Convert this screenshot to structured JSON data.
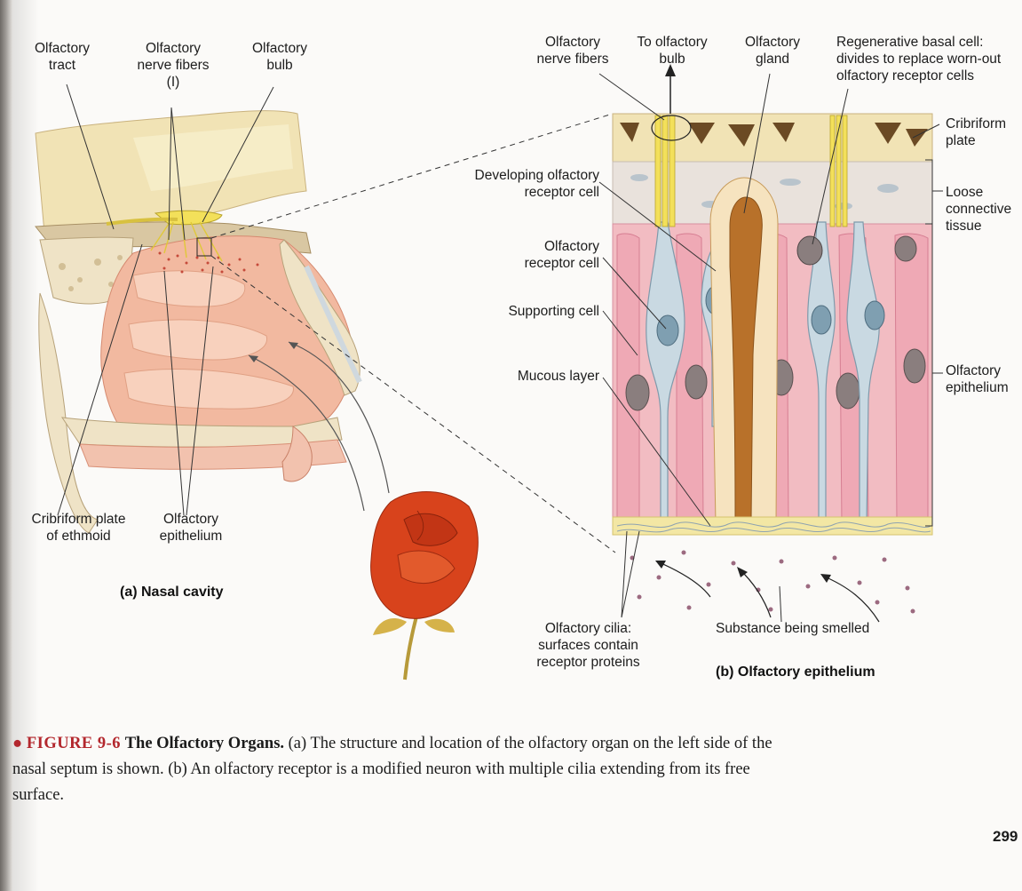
{
  "labels": {
    "a_olfactory_tract": "Olfactory\ntract",
    "a_olfactory_nerve_fibers": "Olfactory\nnerve fibers\n(I)",
    "a_olfactory_bulb": "Olfactory\nbulb",
    "a_cribriform_plate": "Cribriform plate\nof ethmoid",
    "a_olfactory_epithelium": "Olfactory\nepithelium",
    "b_olfactory_nerve_fibers": "Olfactory\nnerve fibers",
    "b_to_olfactory_bulb": "To olfactory\nbulb",
    "b_olfactory_gland": "Olfactory\ngland",
    "b_regenerative_basal_cell": "Regenerative basal cell:\ndivides to replace worn-out\nolfactory receptor cells",
    "b_cribriform_plate": "Cribriform\nplate",
    "b_loose_connective_tissue": "Loose\nconnective\ntissue",
    "b_developing_receptor_cell": "Developing olfactory\nreceptor cell",
    "b_olfactory_receptor_cell": "Olfactory\nreceptor cell",
    "b_supporting_cell": "Supporting cell",
    "b_mucous_layer": "Mucous layer",
    "b_olfactory_epithelium": "Olfactory\nepithelium",
    "b_olfactory_cilia": "Olfactory cilia:\nsurfaces contain\nreceptor proteins",
    "b_substance_smelled": "Substance being smelled"
  },
  "panel_titles": {
    "a": "(a) Nasal cavity",
    "b": "(b) Olfactory epithelium"
  },
  "caption": {
    "bullet": "●",
    "figure_label": "FIGURE 9-6",
    "title": "The Olfactory Organs.",
    "text_a_marker": "(a)",
    "text_a": "The structure and location of the olfactory organ on the left side of the nasal septum is shown.",
    "text_b_marker": "(b)",
    "text_b": "An olfactory receptor is a modified neuron with multiple cilia extending from its free surface."
  },
  "page_number": "299",
  "colors": {
    "bone": "#efe3c6",
    "tissue_pink": "#f2b9a0",
    "nerve_yellow": "#f3e05a",
    "receptor_blue": "#c9d9e2",
    "gland_brown": "#b8712a",
    "rose_red": "#d8431c",
    "caption_red": "#b3272d"
  }
}
